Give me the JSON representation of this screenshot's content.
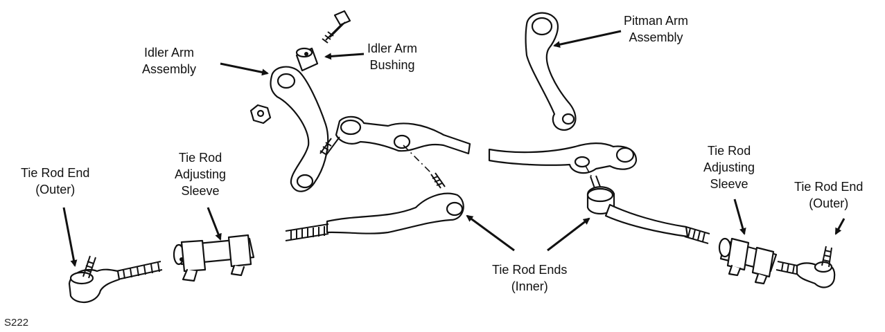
{
  "labels": {
    "idler_arm_assembly": [
      "Idler Arm",
      "Assembly"
    ],
    "idler_arm_bushing": [
      "Idler Arm",
      "Bushing"
    ],
    "pitman_arm_assembly": [
      "Pitman Arm",
      "Assembly"
    ],
    "tie_rod_end_outer_left": [
      "Tie Rod End",
      "(Outer)"
    ],
    "tie_rod_adjusting_sleeve_left": [
      "Tie Rod",
      "Adjusting",
      "Sleeve"
    ],
    "tie_rod_ends_inner": [
      "Tie Rod Ends",
      "(Inner)"
    ],
    "tie_rod_adjusting_sleeve_right": [
      "Tie Rod",
      "Adjusting",
      "Sleeve"
    ],
    "tie_rod_end_outer_right": [
      "Tie Rod End",
      "(Outer)"
    ]
  },
  "figure_code": "S222"
}
